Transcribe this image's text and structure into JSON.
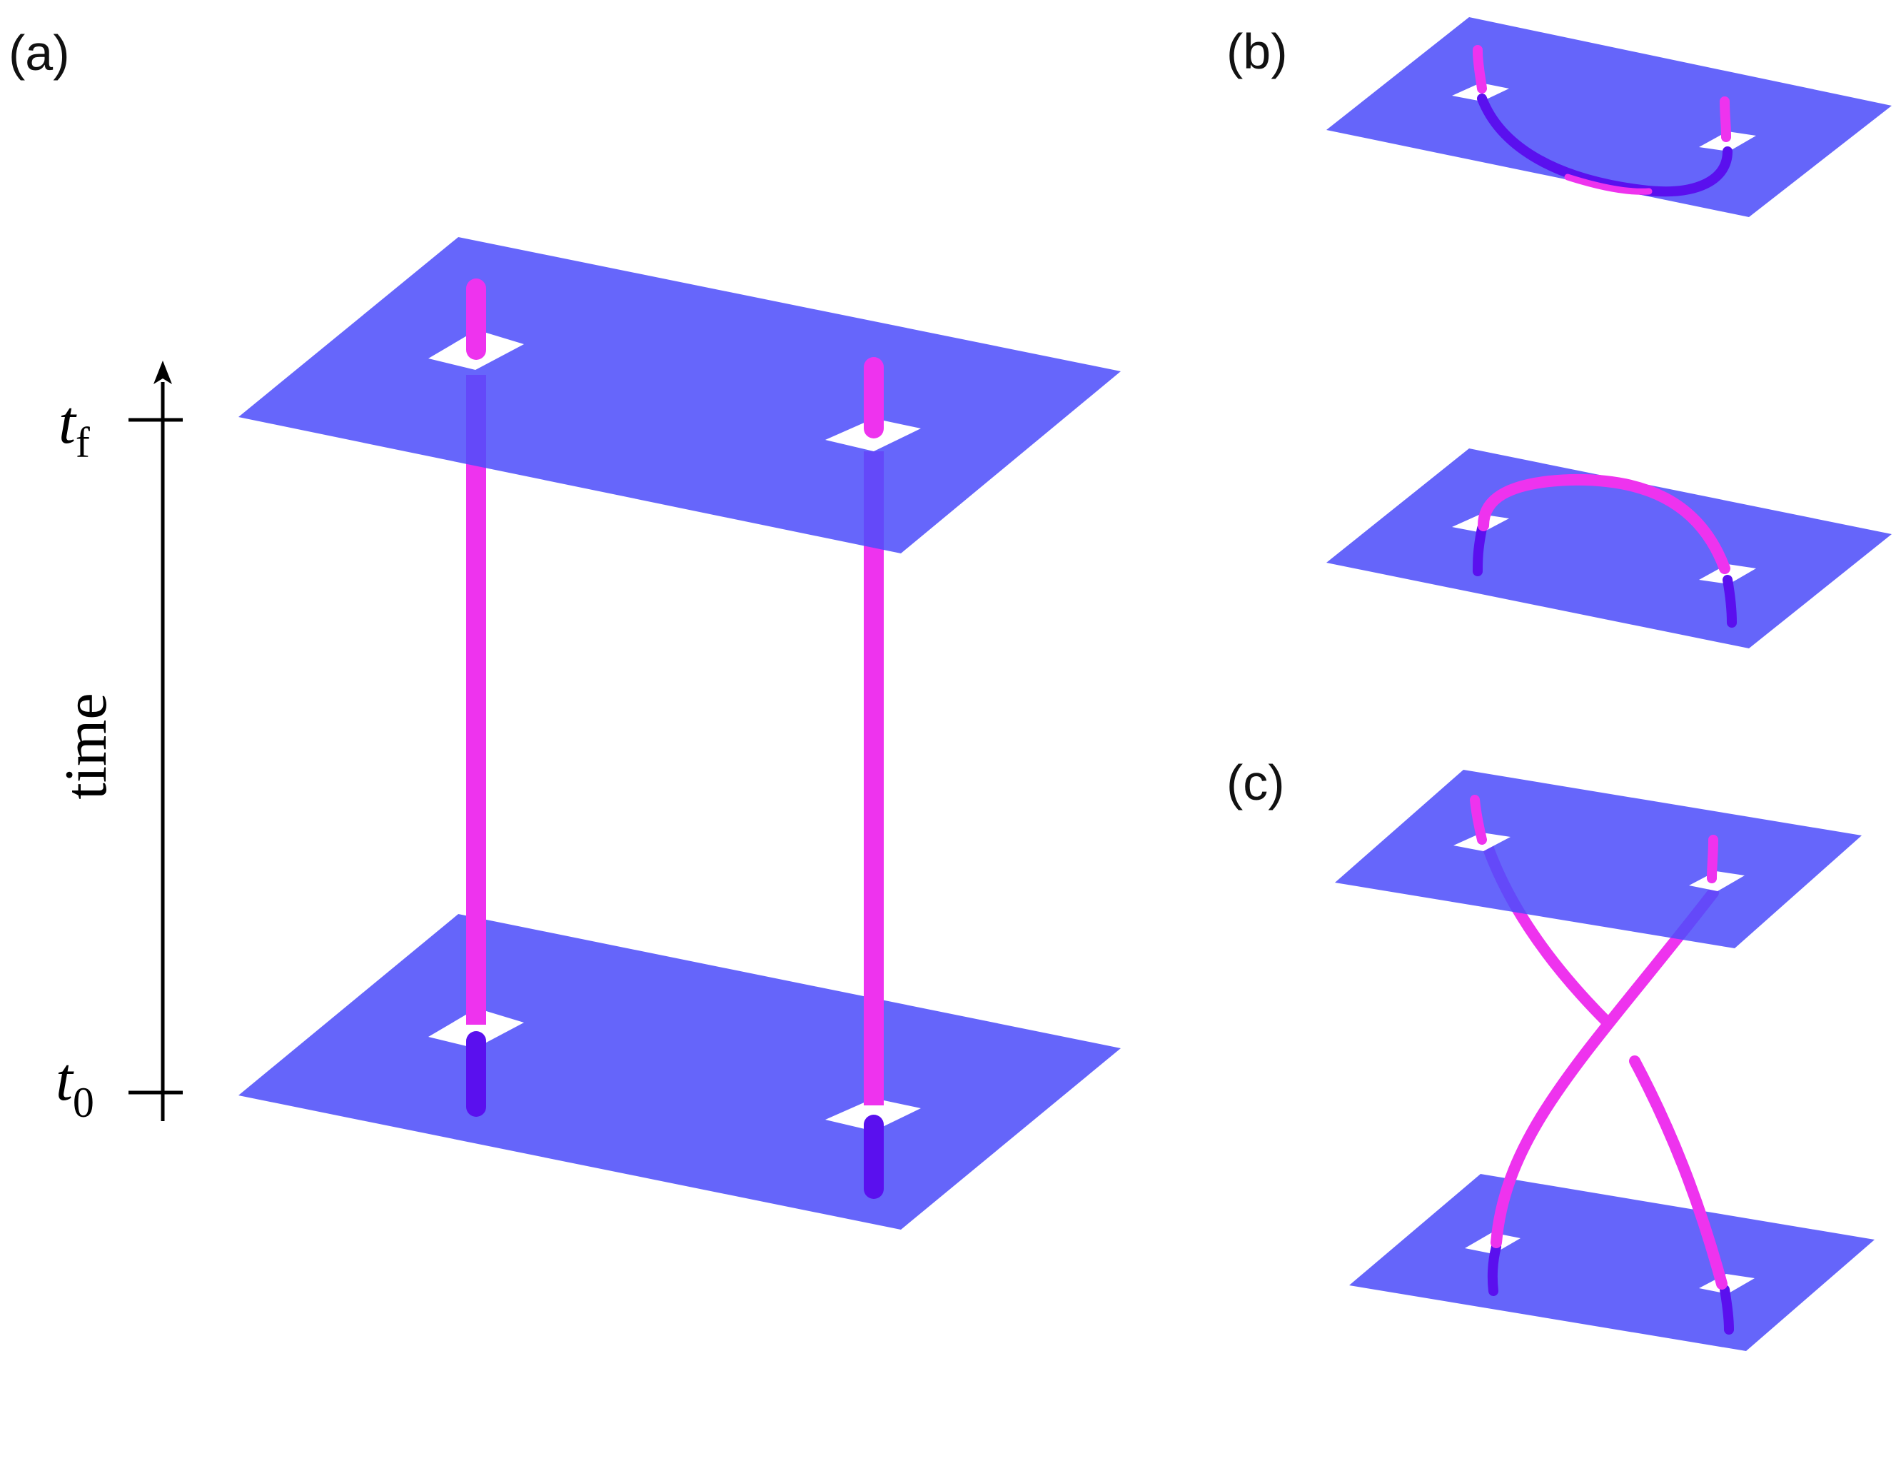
{
  "labels": {
    "panel_a": "(a)",
    "panel_b": "(b)",
    "panel_c": "(c)",
    "axis": "time",
    "t_final_base": "t",
    "t_final_sub": "f",
    "t_initial_base": "t",
    "t_initial_sub": "0"
  },
  "colors": {
    "plane": "#6565fa",
    "worldline_front": "#ee33ee",
    "worldline_behind": "#5a10ee",
    "hole": "#ffffff",
    "axis": "#000000"
  }
}
